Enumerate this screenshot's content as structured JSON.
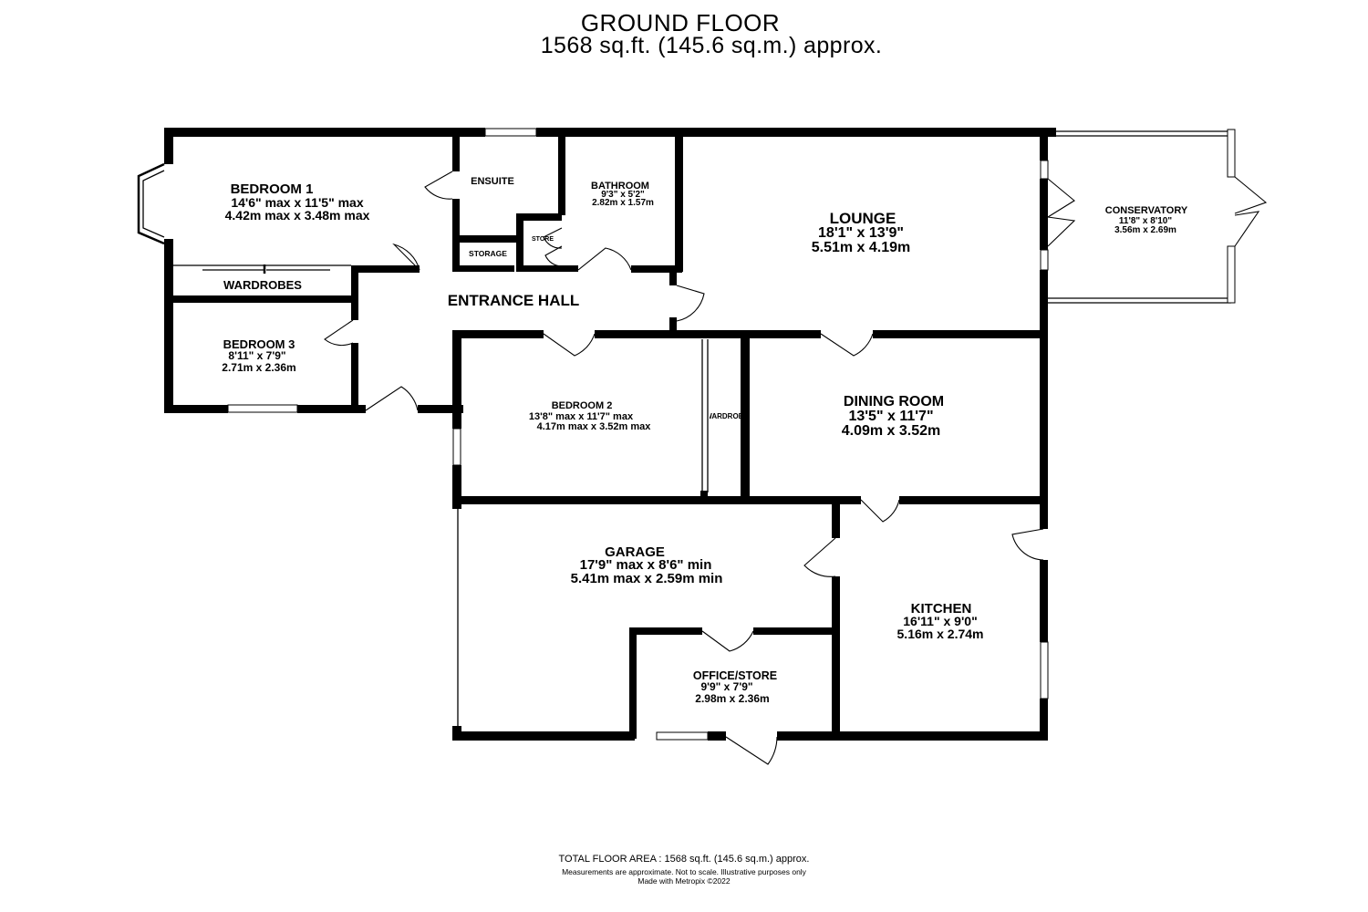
{
  "header": {
    "floor_name": "GROUND FLOOR",
    "floor_area": "1568 sq.ft. (145.6 sq.m.) approx."
  },
  "rooms": {
    "bedroom1": {
      "name": "BEDROOM 1",
      "imperial": "14'6\" max x 11'5\" max",
      "metric": "4.42m max x 3.48m max"
    },
    "ensuite": {
      "name": "ENSUITE"
    },
    "bathroom": {
      "name": "BATHROOM",
      "imperial": "9'3\" x 5'2\"",
      "metric": "2.82m x 1.57m"
    },
    "store": {
      "name": "STORE"
    },
    "storage": {
      "name": "STORAGE"
    },
    "wardrobes": {
      "name": "WARDROBES"
    },
    "entrance_hall": {
      "name": "ENTRANCE HALL"
    },
    "bedroom3": {
      "name": "BEDROOM 3",
      "imperial": "8'11\" x 7'9\"",
      "metric": "2.71m x 2.36m"
    },
    "lounge": {
      "name": "LOUNGE",
      "imperial": "18'1\" x 13'9\"",
      "metric": "5.51m x 4.19m"
    },
    "conservatory": {
      "name": "CONSERVATORY",
      "imperial": "11'8\" x 8'10\"",
      "metric": "3.56m x 2.69m"
    },
    "bedroom2": {
      "name": "BEDROOM 2",
      "imperial": "13'8\" max x 11'7\" max",
      "metric": "4.17m max x 3.52m max"
    },
    "bed2_wardrobe": {
      "name": "WARDROBE"
    },
    "dining_room": {
      "name": "DINING ROOM",
      "imperial": "13'5\" x 11'7\"",
      "metric": "4.09m x 3.52m"
    },
    "garage": {
      "name": "GARAGE",
      "imperial": "17'9\" max x 8'6\" min",
      "metric": "5.41m max x 2.59m min"
    },
    "kitchen": {
      "name": "KITCHEN",
      "imperial": "16'11\" x 9'0\"",
      "metric": "5.16m x 2.74m"
    },
    "office": {
      "name": "OFFICE/STORE",
      "imperial": "9'9\" x 7'9\"",
      "metric": "2.98m x 2.36m"
    }
  },
  "footer": {
    "total_area": "TOTAL FLOOR AREA : 1568 sq.ft. (145.6 sq.m.) approx.",
    "disclaimer": "Measurements are approximate. Not to scale. Illustrative purposes only",
    "credit": "Made with Metropix ©2022"
  }
}
